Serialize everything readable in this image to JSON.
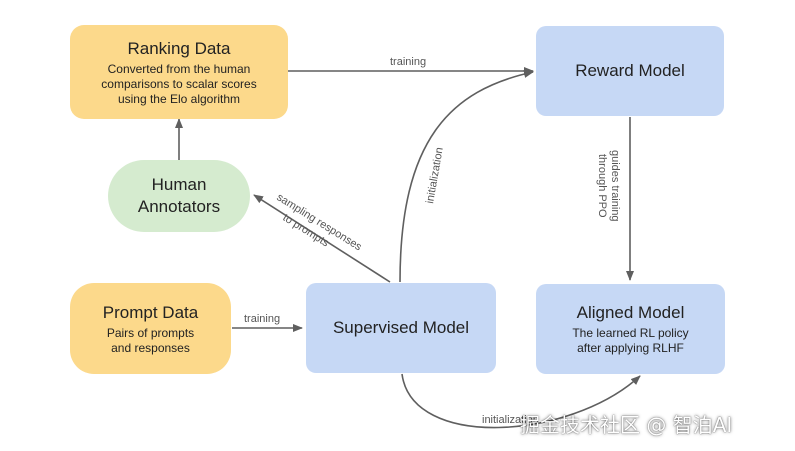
{
  "nodes": {
    "ranking": {
      "title": "Ranking Data",
      "desc": [
        "Converted from the human",
        "comparisons to scalar scores",
        "using the Elo algorithm"
      ]
    },
    "reward": {
      "title": "Reward Model"
    },
    "annotators": {
      "title": [
        "Human",
        "Annotators"
      ]
    },
    "prompt": {
      "title": "Prompt Data",
      "desc": [
        "Pairs of prompts",
        "and responses"
      ]
    },
    "supervised": {
      "title": "Supervised Model"
    },
    "aligned": {
      "title": "Aligned Model",
      "desc": [
        "The learned RL policy",
        "after applying RLHF"
      ]
    }
  },
  "edges": {
    "ranking_to_reward": "training",
    "supervised_to_reward": "initialization",
    "reward_to_aligned": [
      "guides training",
      "through PPO"
    ],
    "supervised_to_annotators": [
      "sampling responses",
      "to prompts"
    ],
    "prompt_to_supervised": "training",
    "supervised_to_aligned": "initialization"
  },
  "watermark": "掘金技术社区 @ 智泊AI",
  "colors": {
    "data_node": "#fcd98b",
    "model_node": "#c6d8f5",
    "human_node": "#d5ebcf",
    "arrow": "#5f5f5f"
  }
}
